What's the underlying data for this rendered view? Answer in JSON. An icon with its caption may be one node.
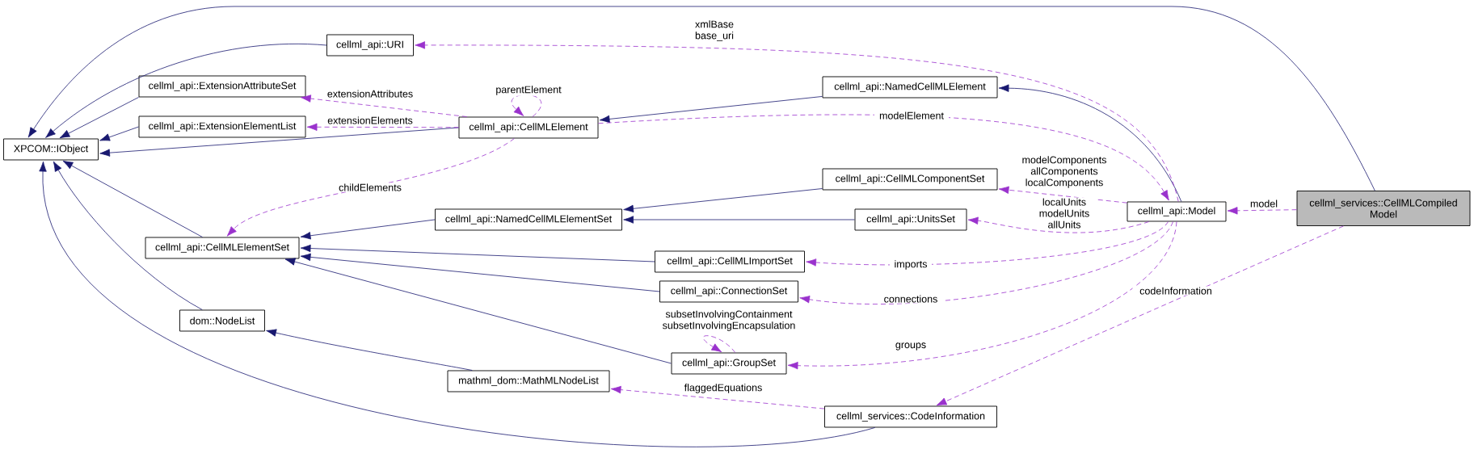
{
  "diagram": {
    "nodes": [
      {
        "text": [
          "XPCOM::IObject"
        ]
      },
      {
        "text": [
          "cellml_api::URI"
        ]
      },
      {
        "text": [
          "cellml_api::ExtensionAttributeSet"
        ]
      },
      {
        "text": [
          "cellml_api::ExtensionElementList"
        ]
      },
      {
        "text": [
          "cellml_api::CellMLElement"
        ]
      },
      {
        "text": [
          "cellml_api::NamedCellMLElement"
        ]
      },
      {
        "text": [
          "cellml_api::CellMLElementSet"
        ]
      },
      {
        "text": [
          "cellml_api::NamedCellMLElementSet"
        ]
      },
      {
        "text": [
          "cellml_api::CellMLComponentSet"
        ]
      },
      {
        "text": [
          "cellml_api::UnitsSet"
        ]
      },
      {
        "text": [
          "cellml_api::CellMLImportSet"
        ]
      },
      {
        "text": [
          "cellml_api::ConnectionSet"
        ]
      },
      {
        "text": [
          "dom::NodeList"
        ]
      },
      {
        "text": [
          "cellml_api::GroupSet"
        ]
      },
      {
        "text": [
          "mathml_dom::MathMLNodeList"
        ]
      },
      {
        "text": [
          "cellml_services::CodeInformation"
        ]
      },
      {
        "text": [
          "cellml_api::Model"
        ]
      },
      {
        "text": [
          "cellml_services::CellMLCompiled Model"
        ]
      }
    ],
    "edges": [
      {
        "from": 17,
        "to": 0,
        "arrow": "to"
      },
      {
        "from": 1,
        "to": 0,
        "arrow": "to"
      },
      {
        "from": 2,
        "to": 0,
        "arrow": "to"
      },
      {
        "from": 3,
        "to": 0,
        "arrow": "to"
      },
      {
        "from": 4,
        "to": 0,
        "arrow": "to"
      },
      {
        "from": 6,
        "to": 0,
        "arrow": "to"
      },
      {
        "from": 12,
        "to": 0,
        "arrow": "to"
      },
      {
        "from": 15,
        "to": 0,
        "arrow": "to"
      },
      {
        "from": 5,
        "to": 4,
        "arrow": "to"
      },
      {
        "from": 16,
        "to": 5,
        "arrow": "to"
      },
      {
        "from": 7,
        "to": 6,
        "arrow": "to"
      },
      {
        "from": 8,
        "to": 7,
        "arrow": "to"
      },
      {
        "from": 9,
        "to": 7,
        "arrow": "to"
      },
      {
        "from": 10,
        "to": 6,
        "arrow": "to"
      },
      {
        "from": 11,
        "to": 6,
        "arrow": "to"
      },
      {
        "from": 13,
        "to": 6,
        "arrow": "to"
      },
      {
        "from": 14,
        "to": 12,
        "arrow": "to"
      },
      {
        "from": 16,
        "to": 1,
        "arrow": "to",
        "label": "xmlBase base_uri",
        "style": "dashed",
        "color": "#9a32cd"
      },
      {
        "from": 4,
        "to": 2,
        "arrow": "to",
        "label": "extensionAttributes",
        "style": "dashed",
        "color": "#9a32cd"
      },
      {
        "from": 4,
        "to": 3,
        "arrow": "to",
        "label": "extensionElements",
        "style": "dashed",
        "color": "#9a32cd"
      },
      {
        "from": 4,
        "to": 4,
        "arrow": "to",
        "label": "parentElement",
        "style": "dashed",
        "color": "#9a32cd"
      },
      {
        "from": 4,
        "to": 16,
        "arrow": "to",
        "label": "modelElement",
        "style": "dashed",
        "color": "#9a32cd"
      },
      {
        "from": 4,
        "to": 6,
        "arrow": "to",
        "label": "childElements",
        "style": "dashed",
        "color": "#9a32cd"
      },
      {
        "from": 16,
        "to": 8,
        "arrow": "to",
        "label": "modelComponents allComponents localComponents",
        "style": "dashed",
        "color": "#9a32cd"
      },
      {
        "from": 16,
        "to": 9,
        "arrow": "to",
        "label": "localUnits modelUnits allUnits",
        "style": "dashed",
        "color": "#9a32cd"
      },
      {
        "from": 16,
        "to": 10,
        "arrow": "to",
        "label": "imports",
        "style": "dashed",
        "color": "#9a32cd"
      },
      {
        "from": 16,
        "to": 11,
        "arrow": "to",
        "label": "connections",
        "style": "dashed",
        "color": "#9a32cd"
      },
      {
        "from": 16,
        "to": 13,
        "arrow": "to",
        "label": "groups",
        "style": "dashed",
        "color": "#9a32cd"
      },
      {
        "from": 13,
        "to": 13,
        "arrow": "to",
        "label": "subsetInvolvingContainment subsetInvolvingEncapsulation",
        "style": "dashed",
        "color": "#9a32cd"
      },
      {
        "from": 17,
        "to": 16,
        "arrow": "to",
        "label": "model",
        "style": "dashed",
        "color": "#9a32cd"
      },
      {
        "from": 17,
        "to": 15,
        "arrow": "to",
        "label": "codeInformation",
        "style": "dashed",
        "color": "#9a32cd"
      },
      {
        "from": 15,
        "to": 14,
        "arrow": "to",
        "label": "flaggedEquations",
        "style": "dashed",
        "color": "#9a32cd"
      }
    ]
  }
}
